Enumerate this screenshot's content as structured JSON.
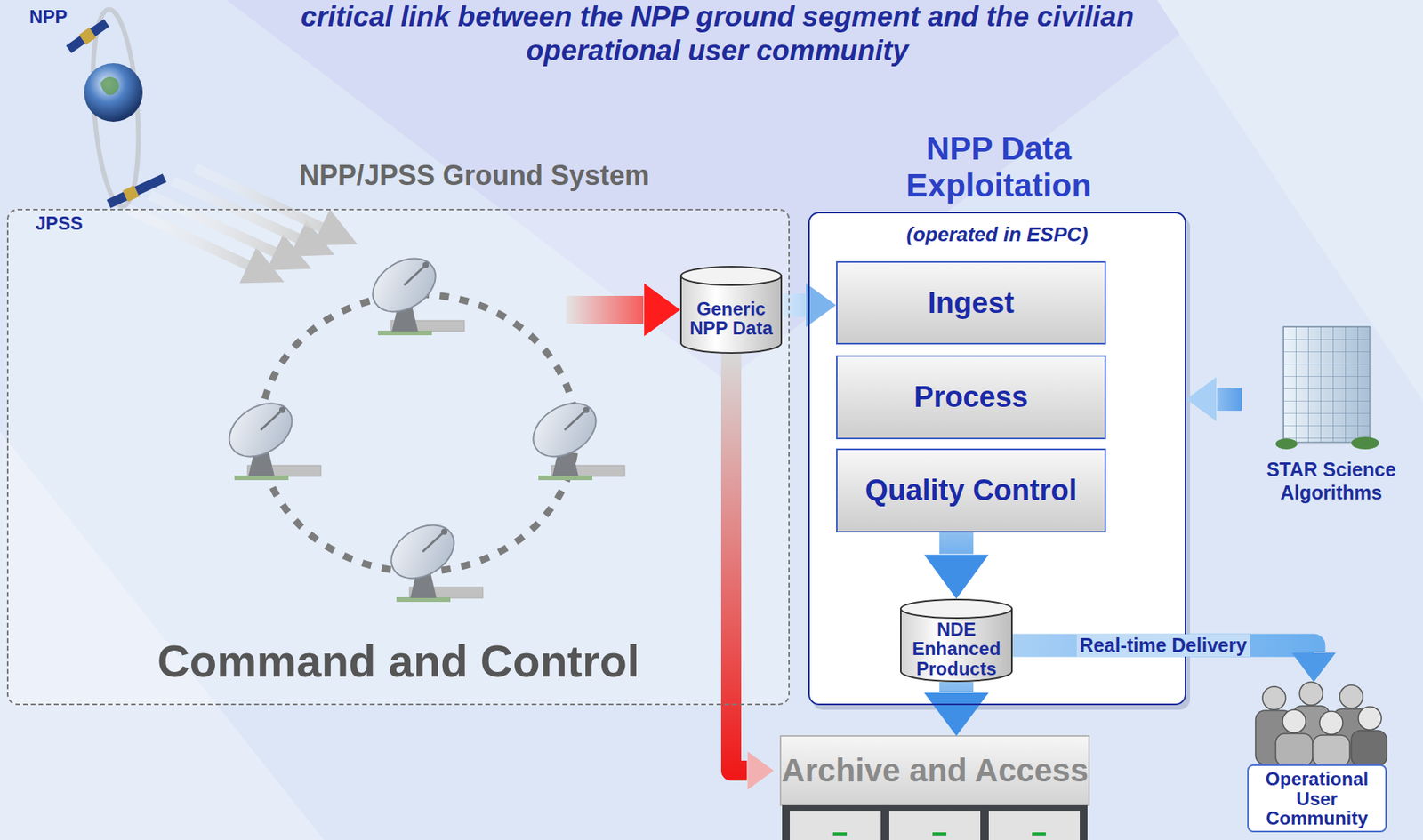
{
  "diagram": {
    "title": "critical link between the NPP ground segment and the civilian operational user community",
    "nodes": [
      {
        "text": [
          "NPP/JPSS Ground System",
          "Command and Control"
        ]
      },
      {
        "text": [
          "Generic NPP Data"
        ]
      },
      {
        "text": [
          "NPP Data Exploitation",
          "(operated in ESPC)"
        ]
      },
      {
        "text": [
          "Ingest"
        ],
        "in": 2
      },
      {
        "text": [
          "Process"
        ],
        "in": 2
      },
      {
        "text": [
          "Quality Control"
        ],
        "in": 2
      },
      {
        "text": [
          "NDE Enhanced Products"
        ],
        "in": 2
      },
      {
        "text": [
          "STAR Science Algorithms"
        ]
      },
      {
        "text": [
          "Archive and Access"
        ]
      },
      {
        "text": [
          "Operational User Community"
        ]
      }
    ],
    "edges": [
      {
        "from": 0,
        "to": 1,
        "arrow": "to"
      },
      {
        "from": 1,
        "to": 3,
        "arrow": "to"
      },
      {
        "from": 1,
        "to": 8,
        "arrow": "to"
      },
      {
        "from": 5,
        "to": 6,
        "arrow": "to"
      },
      {
        "from": 6,
        "to": 8,
        "arrow": "to"
      },
      {
        "from": 6,
        "to": 9,
        "label": "Real-time Delivery",
        "arrow": "to"
      },
      {
        "from": 7,
        "to": 2,
        "arrow": "to"
      }
    ],
    "labels": [
      "NPP",
      "JPSS"
    ]
  }
}
